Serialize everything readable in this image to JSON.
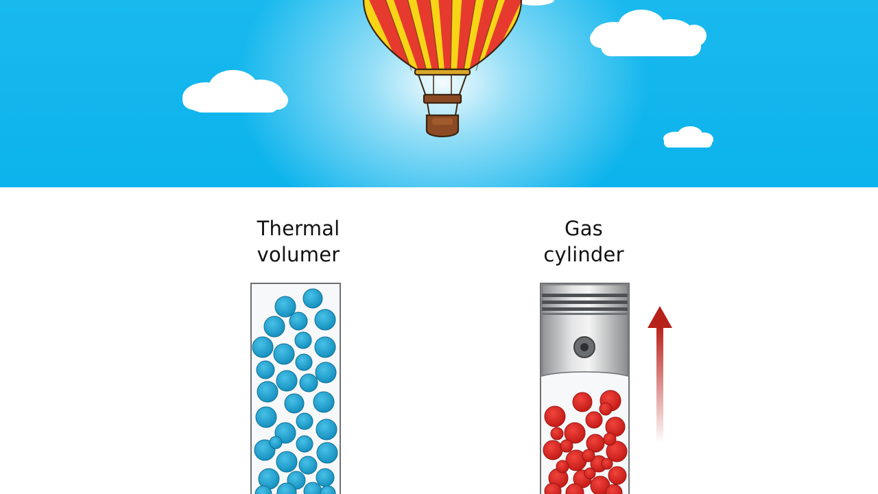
{
  "scene": {
    "sky_color": "#0cb3ec",
    "balloon_stripe_colors": [
      "#e63a2e",
      "#f8d417"
    ],
    "basket_color": "#8b4a23"
  },
  "left_panel": {
    "label_line1": "Thermal",
    "label_line2": "volumer",
    "particle_color": "#1aa0cf",
    "particle_count": 34
  },
  "right_panel": {
    "label_line1": "Gas",
    "label_line2": "cylinder",
    "particle_color": "#e0231f",
    "particle_count": 26,
    "arrow_direction": "up",
    "arrow_color": "#b8211a"
  }
}
